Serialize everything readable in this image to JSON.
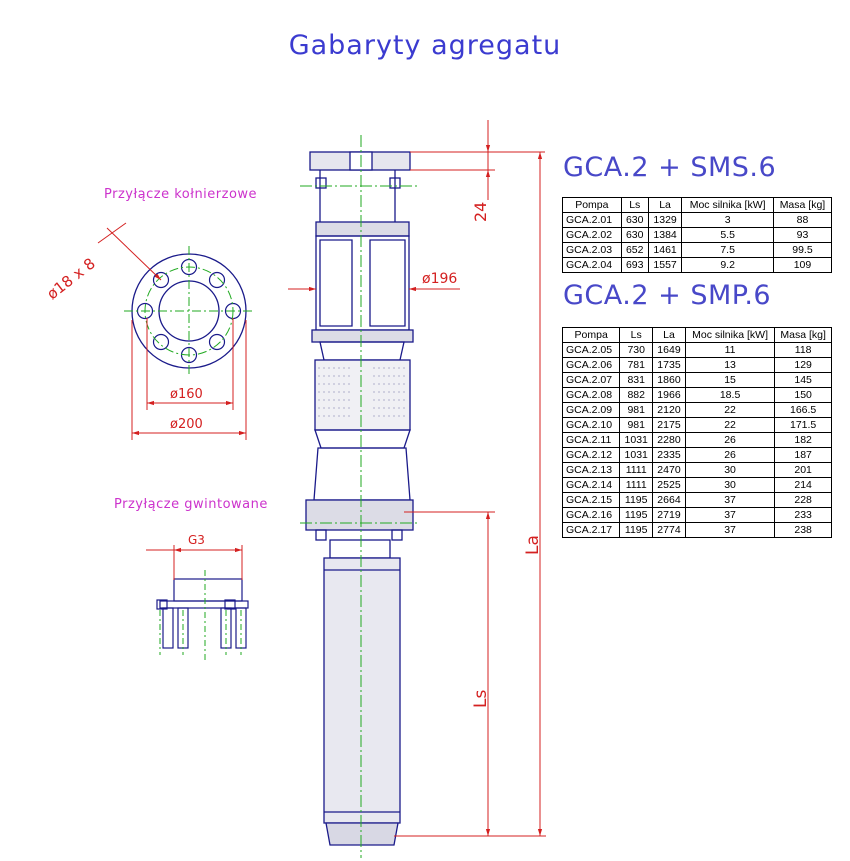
{
  "title": "Gabaryty agregatu",
  "flange_label": "Przyłącze kołnierzowe",
  "thread_label": "Przyłącze gwintowane",
  "dims": {
    "holes": "ø18 x 8",
    "d160": "ø160",
    "d200": "ø200",
    "d196": "ø196",
    "h24": "24",
    "g3": "G3",
    "la": "La",
    "ls": "Ls"
  },
  "colors": {
    "title": "#3b3bd0",
    "labels": "#cc33cc",
    "dimensions": "#d42020",
    "centerlines": "#22aa22",
    "drawing": "#1a1a8a"
  },
  "tables": [
    {
      "model": "GCA.2  +  SMS.6",
      "headers": [
        "Pompa",
        "Ls",
        "La",
        "Moc silnika [kW]",
        "Masa [kg]"
      ],
      "rows": [
        [
          "GCA.2.01",
          "630",
          "1329",
          "3",
          "88"
        ],
        [
          "GCA.2.02",
          "630",
          "1384",
          "5.5",
          "93"
        ],
        [
          "GCA.2.03",
          "652",
          "1461",
          "7.5",
          "99.5"
        ],
        [
          "GCA.2.04",
          "693",
          "1557",
          "9.2",
          "109"
        ]
      ]
    },
    {
      "model": "GCA.2  +  SMP.6",
      "headers": [
        "Pompa",
        "Ls",
        "La",
        "Moc silnika [kW]",
        "Masa [kg]"
      ],
      "rows": [
        [
          "GCA.2.05",
          "730",
          "1649",
          "11",
          "118"
        ],
        [
          "GCA.2.06",
          "781",
          "1735",
          "13",
          "129"
        ],
        [
          "GCA.2.07",
          "831",
          "1860",
          "15",
          "145"
        ],
        [
          "GCA.2.08",
          "882",
          "1966",
          "18.5",
          "150"
        ],
        [
          "GCA.2.09",
          "981",
          "2120",
          "22",
          "166.5"
        ],
        [
          "GCA.2.10",
          "981",
          "2175",
          "22",
          "171.5"
        ],
        [
          "GCA.2.11",
          "1031",
          "2280",
          "26",
          "182"
        ],
        [
          "GCA.2.12",
          "1031",
          "2335",
          "26",
          "187"
        ],
        [
          "GCA.2.13",
          "1111",
          "2470",
          "30",
          "201"
        ],
        [
          "GCA.2.14",
          "1111",
          "2525",
          "30",
          "214"
        ],
        [
          "GCA.2.15",
          "1195",
          "2664",
          "37",
          "228"
        ],
        [
          "GCA.2.16",
          "1195",
          "2719",
          "37",
          "233"
        ],
        [
          "GCA.2.17",
          "1195",
          "2774",
          "37",
          "238"
        ]
      ]
    }
  ]
}
